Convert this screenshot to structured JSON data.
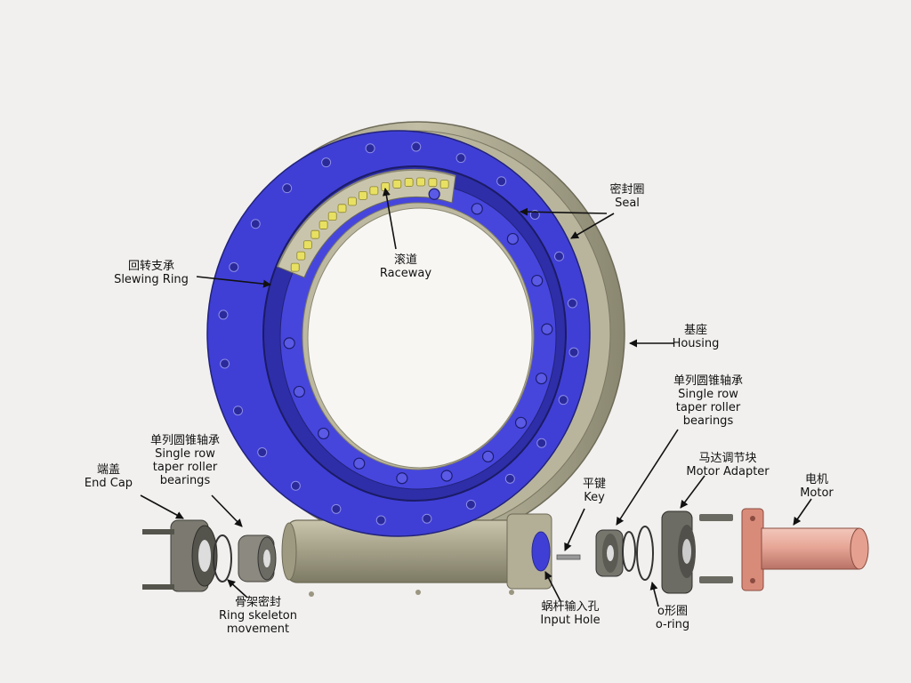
{
  "labels": {
    "seal": {
      "zh": "密封圈",
      "en": "Seal"
    },
    "raceway": {
      "zh": "滚道",
      "en": "Raceway"
    },
    "slewing_ring": {
      "zh": "回转支承",
      "en": "Slewing Ring"
    },
    "housing": {
      "zh": "基座",
      "en": "Housing"
    },
    "bearing_right": {
      "zh": "单列圆锥轴承",
      "en_lines": [
        "Single row",
        "taper roller",
        "bearings"
      ]
    },
    "bearing_left": {
      "zh": "单列圆锥轴承",
      "en_lines": [
        "Single row",
        "taper roller",
        "bearings"
      ]
    },
    "end_cap": {
      "zh": "端盖",
      "en": "End Cap"
    },
    "key": {
      "zh": "平键",
      "en": "Key"
    },
    "motor_adapter": {
      "zh": "马达调节块",
      "en": "Motor  Adapter"
    },
    "motor": {
      "zh": "电机",
      "en": "Motor"
    },
    "ring_skeleton": {
      "zh": "骨架密封",
      "en_lines": [
        "Ring skeleton",
        "movement"
      ]
    },
    "input_hole": {
      "zh": "蜗杆输入孔",
      "en": "Input Hole"
    },
    "o_ring": {
      "zh": "o形圈",
      "en": "o-ring"
    }
  },
  "colors": {
    "ring_blue": "#3f3fd6",
    "housing": "#a8a48c",
    "raceway_ball": "#e8e062",
    "motor": "#e7a797"
  }
}
